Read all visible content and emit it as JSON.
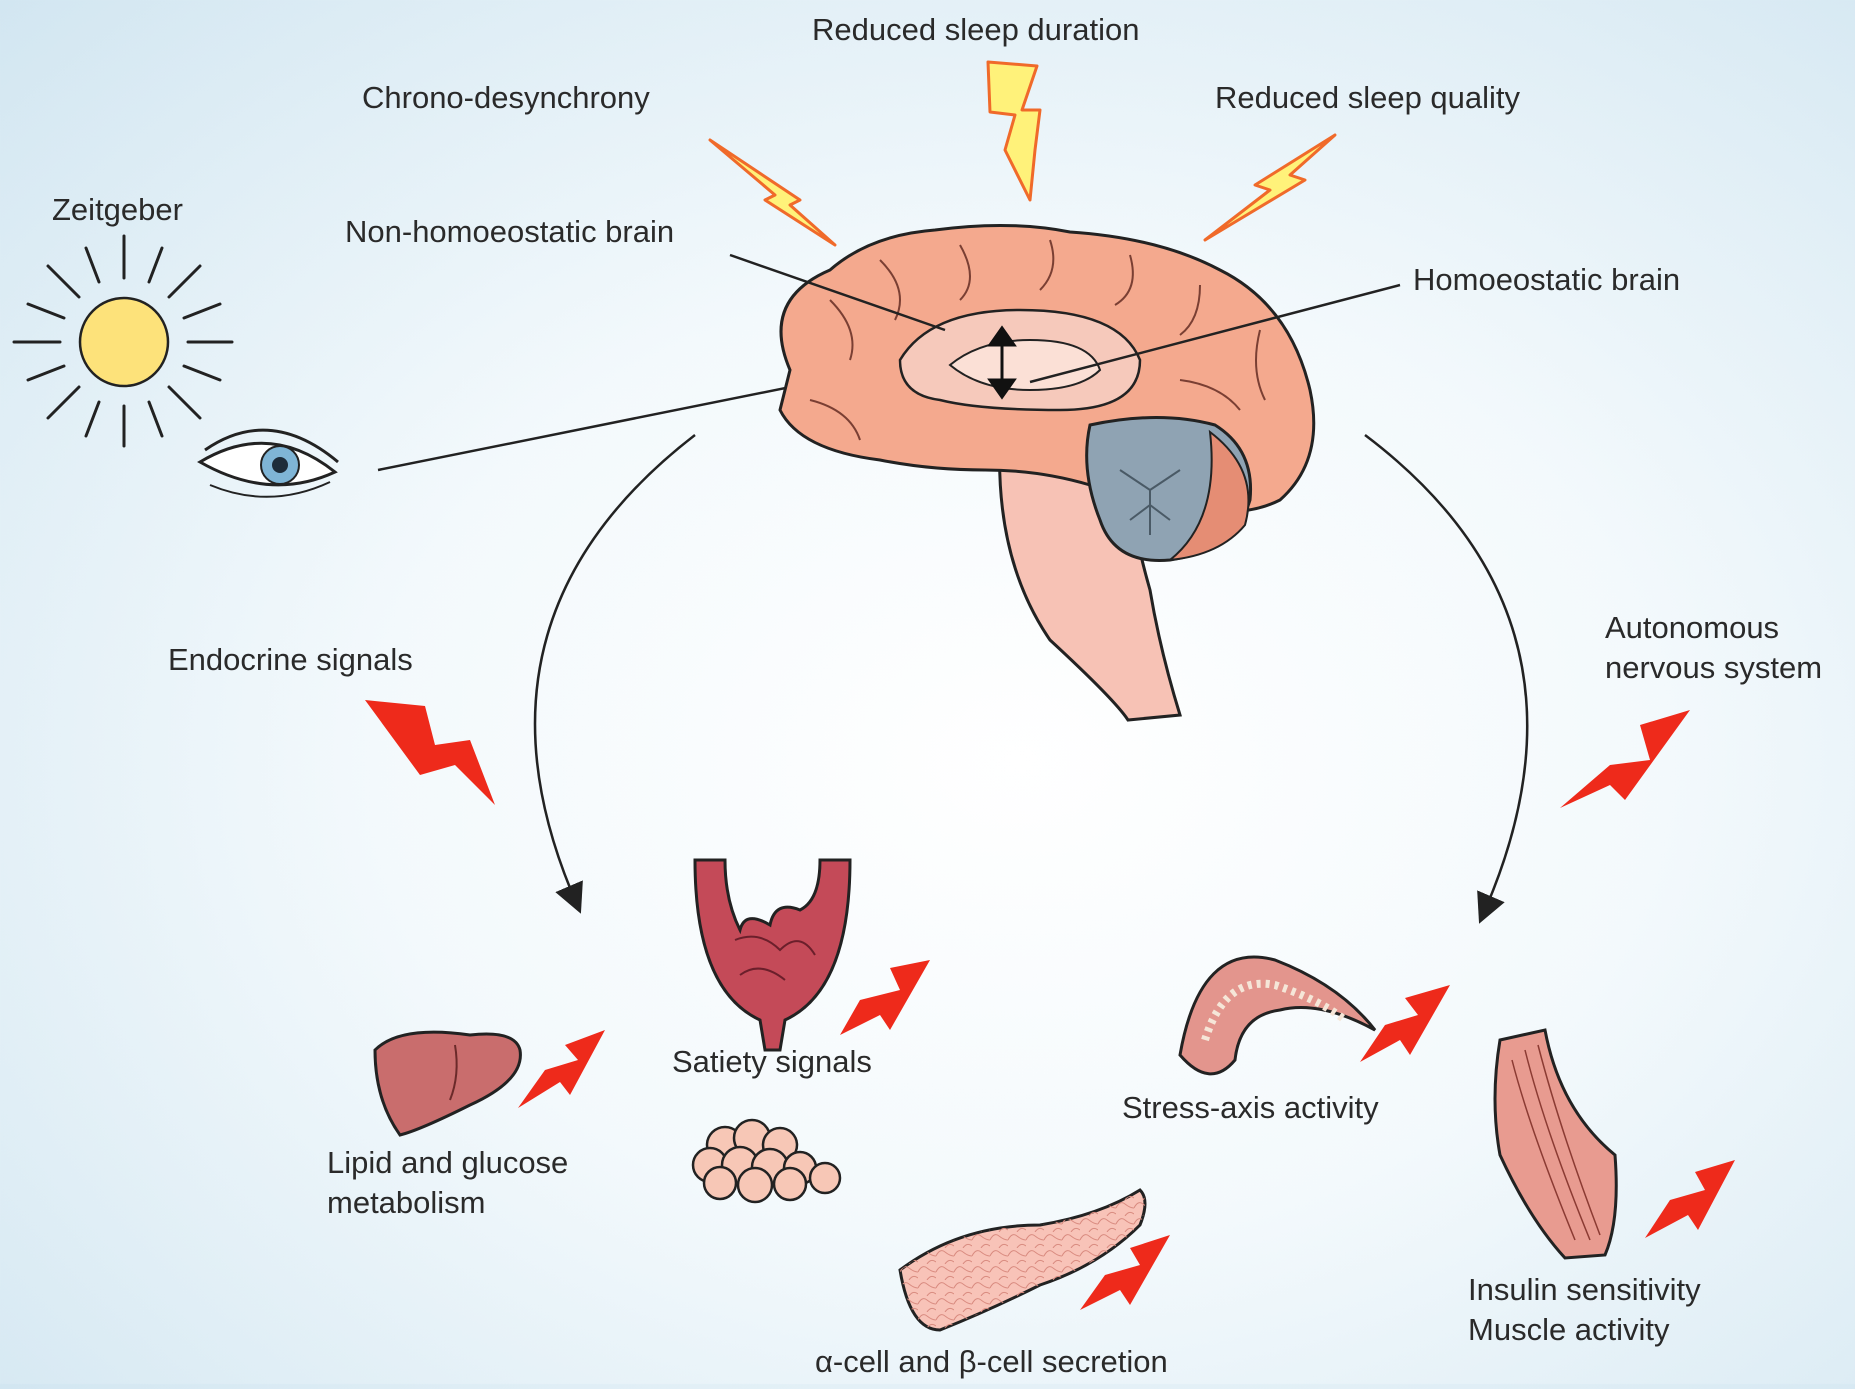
{
  "labels": {
    "zeitgeber": "Zeitgeber",
    "chrono": "Chrono-desynchrony",
    "reduced_duration": "Reduced sleep duration",
    "reduced_quality": "Reduced sleep quality",
    "non_homeostatic": "Non-homoeostatic brain",
    "homeostatic": "Homoeostatic brain",
    "endocrine": "Endocrine signals",
    "autonomous_line1": "Autonomous",
    "autonomous_line2": "nervous system",
    "satiety": "Satiety signals",
    "lipid_line1": "Lipid and glucose",
    "lipid_line2": "metabolism",
    "stress": "Stress-axis activity",
    "alpha_beta": "α-cell and β-cell secretion",
    "insulin": "Insulin sensitivity",
    "muscle": "Muscle activity"
  },
  "colors": {
    "bolt_yellow_fill": "#fff27a",
    "bolt_yellow_stroke": "#f06a2a",
    "bolt_red": "#ee2a1b",
    "brain_cortex": "#f4a98e",
    "brain_dark": "#e58d74",
    "cerebellum": "#8fa3b3",
    "sun": "#fde27a",
    "liver": "#c96d6d",
    "intestine": "#c44a58",
    "fat": "#f7c7b6",
    "pancreas": "#f8c3b8",
    "muscle": "#e89b90",
    "line": "#222222"
  }
}
